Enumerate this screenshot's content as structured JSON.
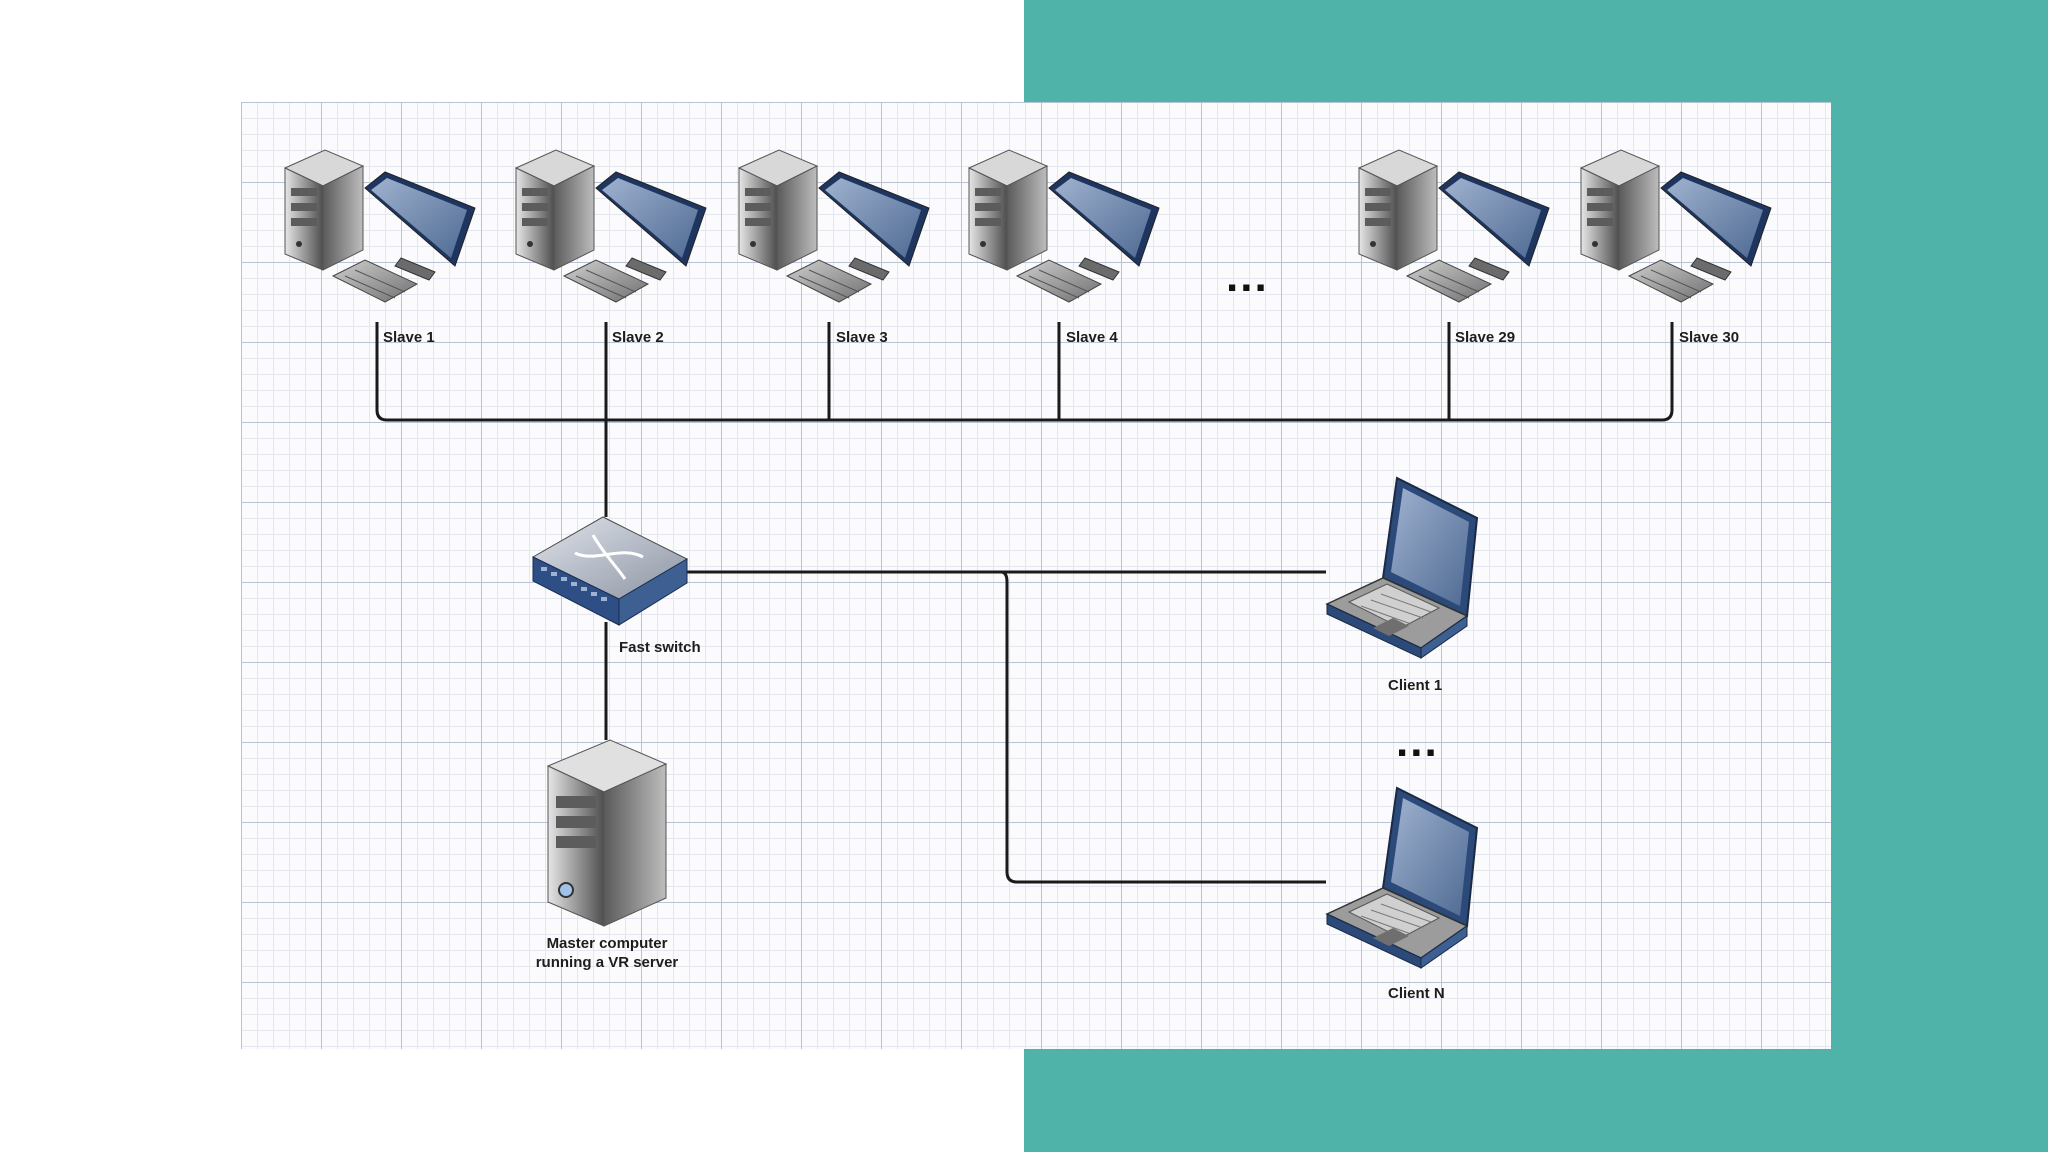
{
  "colors": {
    "teal_panel": "#4fb3aa",
    "grid_background": "#fbfbfd",
    "connector": "#1a1a1a",
    "device_grey": "#7d7d7d",
    "screen_blue": "#6c84a8",
    "switch_blue": "#2d4f86"
  },
  "slaves": [
    {
      "label": "Slave 1",
      "icon": "desktop-computer-icon"
    },
    {
      "label": "Slave 2",
      "icon": "desktop-computer-icon"
    },
    {
      "label": "Slave 3",
      "icon": "desktop-computer-icon"
    },
    {
      "label": "Slave 4",
      "icon": "desktop-computer-icon"
    },
    {
      "label": "Slave 29",
      "icon": "desktop-computer-icon"
    },
    {
      "label": "Slave 30",
      "icon": "desktop-computer-icon"
    }
  ],
  "ellipsis_slaves": "...",
  "switch": {
    "label": "Fast switch",
    "icon": "network-switch-icon"
  },
  "master": {
    "label_line1": "Master computer",
    "label_line2": "running a VR server",
    "icon": "tower-server-icon"
  },
  "clients": [
    {
      "label": "Client 1",
      "icon": "laptop-icon"
    },
    {
      "label": "Client N",
      "icon": "laptop-icon"
    }
  ],
  "ellipsis_clients": "..."
}
